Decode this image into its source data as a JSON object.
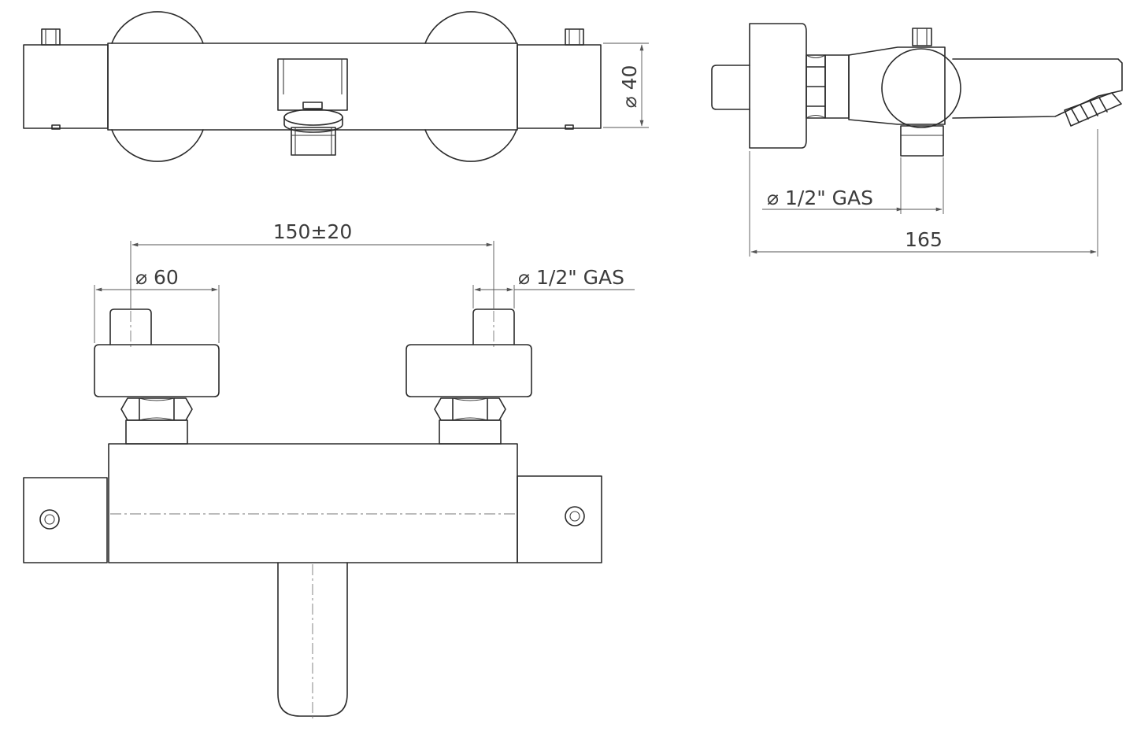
{
  "drawing": {
    "colors": {
      "line": "#2b2b2b",
      "dimension": "#555555",
      "background": "#ffffff"
    },
    "dimensions": {
      "top_view_diameter": "40",
      "side_view_inlet": "1/2\" GAS",
      "side_view_depth": "165",
      "front_view_spacing": "150",
      "front_view_tolerance": "20",
      "front_view_diameter": "60",
      "front_view_inlet": "1/2\" GAS"
    }
  }
}
